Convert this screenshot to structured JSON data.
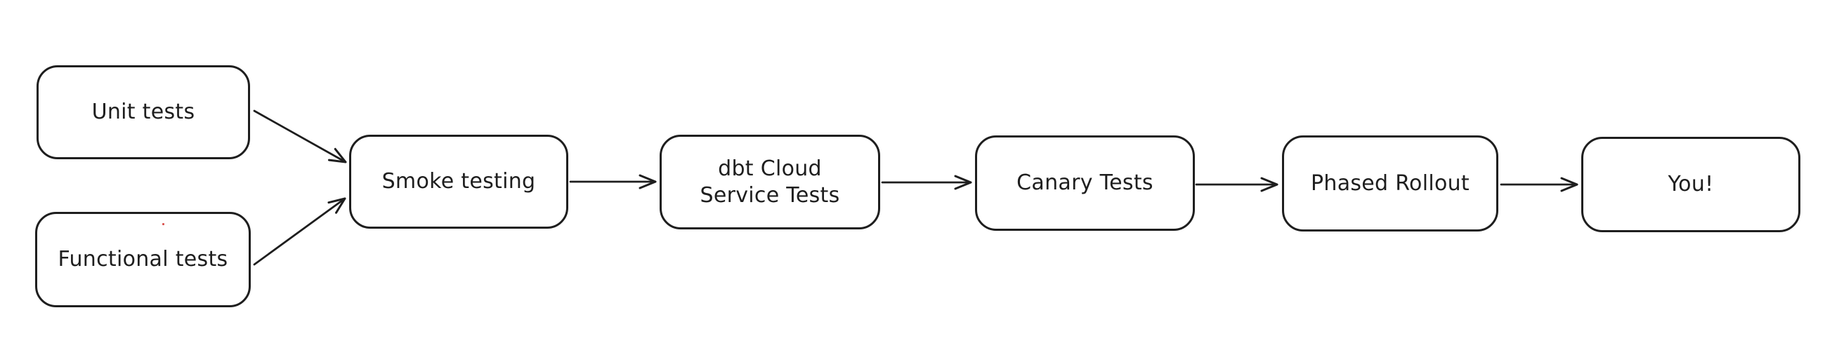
{
  "diagram": {
    "type": "flowchart",
    "style": "hand-drawn-whiteboard",
    "colors": {
      "background": "#ffffff",
      "stroke": "#1e1e1e",
      "node_fill": "#ffffff",
      "stray_dot": "#d9534f"
    },
    "nodes": [
      {
        "id": "unit-tests",
        "label": "Unit tests"
      },
      {
        "id": "functional-tests",
        "label": "Functional tests"
      },
      {
        "id": "smoke-testing",
        "label": "Smoke testing"
      },
      {
        "id": "dbt-cloud-service-tests",
        "label": "dbt Cloud\nService Tests"
      },
      {
        "id": "canary-tests",
        "label": "Canary Tests"
      },
      {
        "id": "phased-rollout",
        "label": "Phased Rollout"
      },
      {
        "id": "you",
        "label": "You!"
      }
    ],
    "edges": [
      {
        "from": "unit-tests",
        "to": "smoke-testing"
      },
      {
        "from": "functional-tests",
        "to": "smoke-testing"
      },
      {
        "from": "smoke-testing",
        "to": "dbt-cloud-service-tests"
      },
      {
        "from": "dbt-cloud-service-tests",
        "to": "canary-tests"
      },
      {
        "from": "canary-tests",
        "to": "phased-rollout"
      },
      {
        "from": "phased-rollout",
        "to": "you"
      }
    ]
  }
}
